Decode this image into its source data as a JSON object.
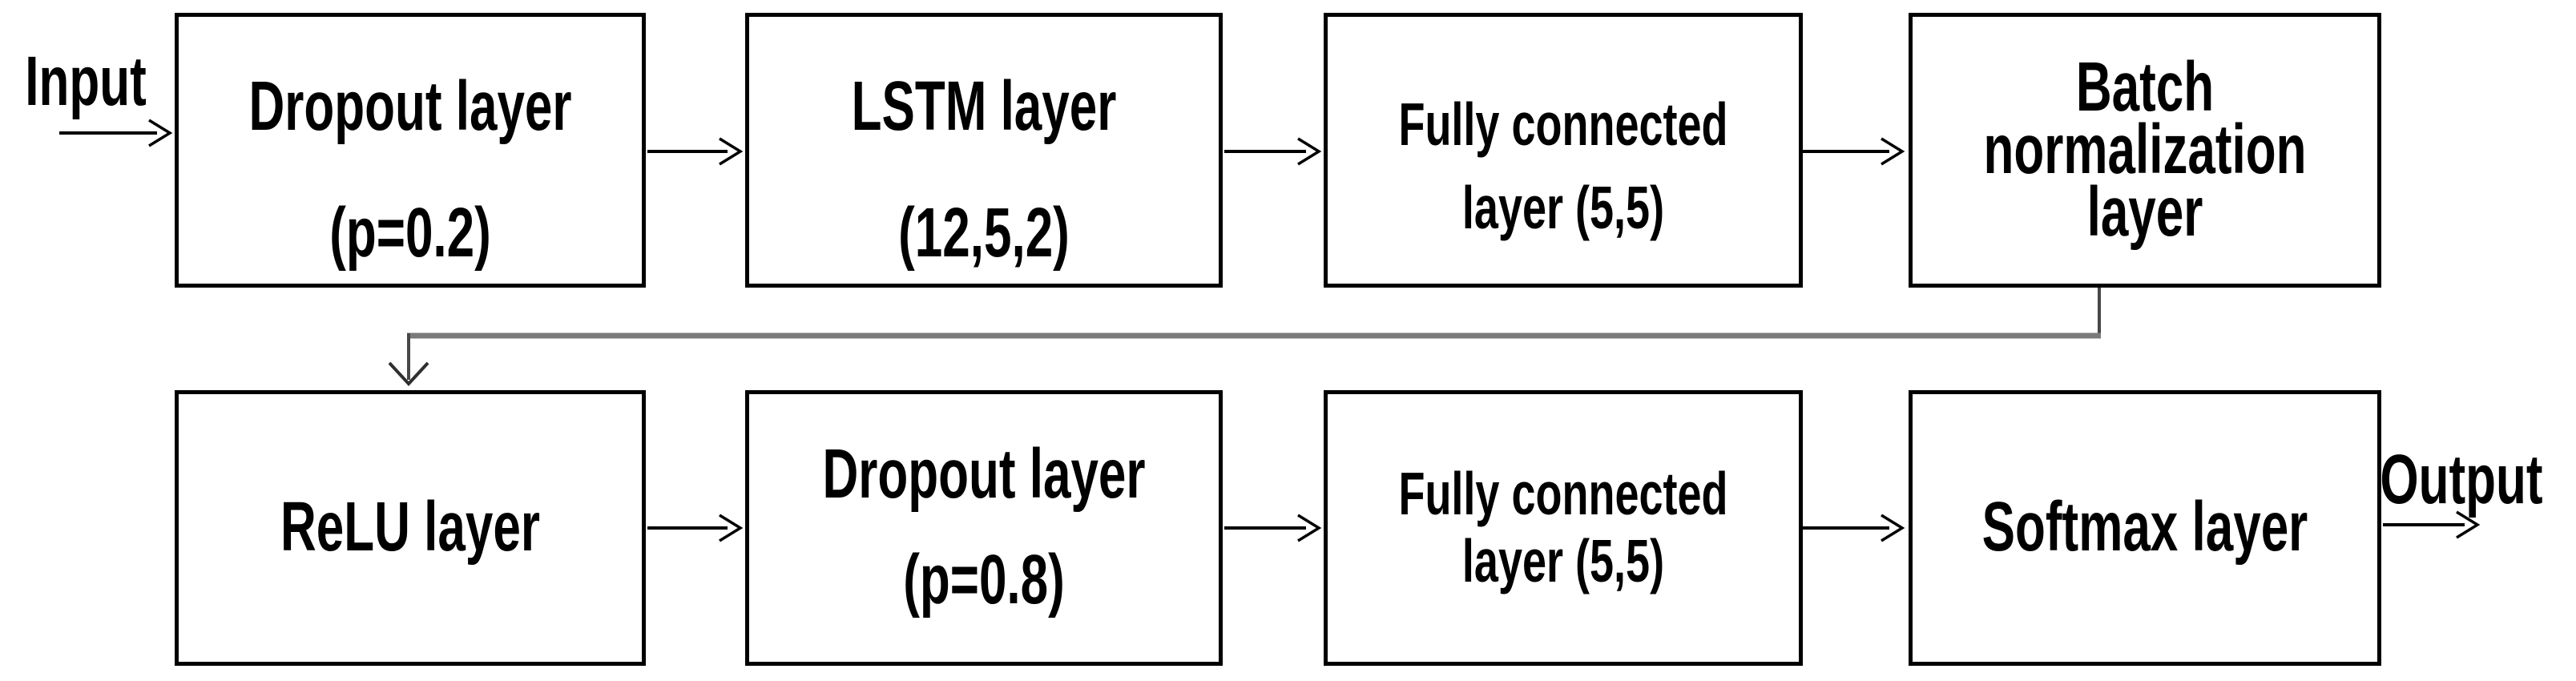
{
  "diagram_type": "neural-network-architecture-flowchart",
  "labels": {
    "input": "Input",
    "output": "Output"
  },
  "nodes": [
    {
      "id": "dropout-1",
      "lines": [
        "Dropout layer",
        "(p=0.2)"
      ]
    },
    {
      "id": "lstm",
      "lines": [
        "LSTM layer",
        "(12,5,2)"
      ]
    },
    {
      "id": "fully-connected-1",
      "lines": [
        "Fully connected",
        "layer (5,5)"
      ]
    },
    {
      "id": "batch-normalization",
      "lines": [
        "Batch",
        "normalization",
        "layer"
      ]
    },
    {
      "id": "relu",
      "lines": [
        "ReLU layer"
      ]
    },
    {
      "id": "dropout-2",
      "lines": [
        "Dropout layer",
        "(p=0.8)"
      ]
    },
    {
      "id": "fully-connected-2",
      "lines": [
        "Fully connected",
        "layer (5,5)"
      ]
    },
    {
      "id": "softmax",
      "lines": [
        "Softmax layer"
      ]
    }
  ],
  "edges": [
    {
      "from": "Input",
      "to": "Dropout layer (p=0.2)"
    },
    {
      "from": "Dropout layer (p=0.2)",
      "to": "LSTM layer (12,5,2)"
    },
    {
      "from": "LSTM layer (12,5,2)",
      "to": "Fully connected layer (5,5)"
    },
    {
      "from": "Fully connected layer (5,5)",
      "to": "Batch normalization layer"
    },
    {
      "from": "Batch normalization layer",
      "to": "ReLU layer"
    },
    {
      "from": "ReLU layer",
      "to": "Dropout layer (p=0.8)"
    },
    {
      "from": "Dropout layer (p=0.8)",
      "to": "Fully connected layer (5,5) 2"
    },
    {
      "from": "Fully connected layer (5,5) 2",
      "to": "Softmax layer"
    },
    {
      "from": "Softmax layer",
      "to": "Output"
    }
  ],
  "colors": {
    "background": "#ffffff",
    "box_border": "#000000",
    "text": "#000000",
    "arrow": "#000000",
    "connector_elbow": "#7a7a7a"
  }
}
